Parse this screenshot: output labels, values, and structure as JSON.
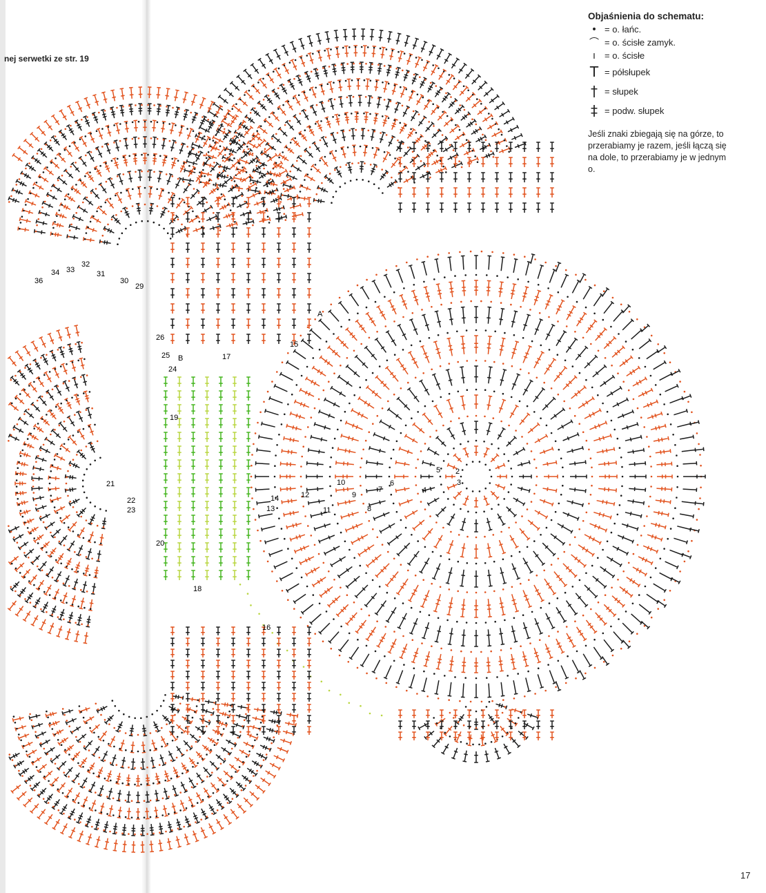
{
  "header": {
    "text": "nej serwetki ze str. 19"
  },
  "legend": {
    "title": "Objaśnienia do schematu:",
    "items": [
      {
        "symbol": "•",
        "label": "= o. łańc.",
        "icon": "chain-stitch-dot-icon"
      },
      {
        "symbol": "⌒",
        "label": "= o. ścisłe zamyk.",
        "icon": "slip-stitch-arc-icon"
      },
      {
        "symbol": "ı",
        "label": "= o. ścisłe",
        "icon": "single-crochet-bar-icon"
      },
      {
        "symbol": "T",
        "label": "= półsłupek",
        "icon": "half-double-crochet-icon"
      },
      {
        "symbol": "†",
        "label": "= słupek",
        "icon": "double-crochet-icon"
      },
      {
        "symbol": "‡",
        "label": "= podw. słupek",
        "icon": "treble-crochet-icon"
      }
    ],
    "note": "Jeśli znaki zbiegają się na górze, to przerabiamy je razem, jeśli łączą się na dole, to przerabiamy je w jednym o."
  },
  "page_number": "17",
  "colors": {
    "black": "#1c1c1c",
    "orange": "#e2521d",
    "green": "#45b51f",
    "lightgreen": "#b9d640"
  },
  "round_labels": [
    "2",
    "3",
    "4",
    "5",
    "6",
    "7",
    "8",
    "9",
    "10",
    "11",
    "12",
    "13",
    "14",
    "15",
    "16",
    "17",
    "18",
    "19",
    "20",
    "21",
    "22",
    "23",
    "24",
    "25",
    "26",
    "29",
    "30",
    "31",
    "32",
    "33",
    "34",
    "36",
    "A",
    "B"
  ]
}
